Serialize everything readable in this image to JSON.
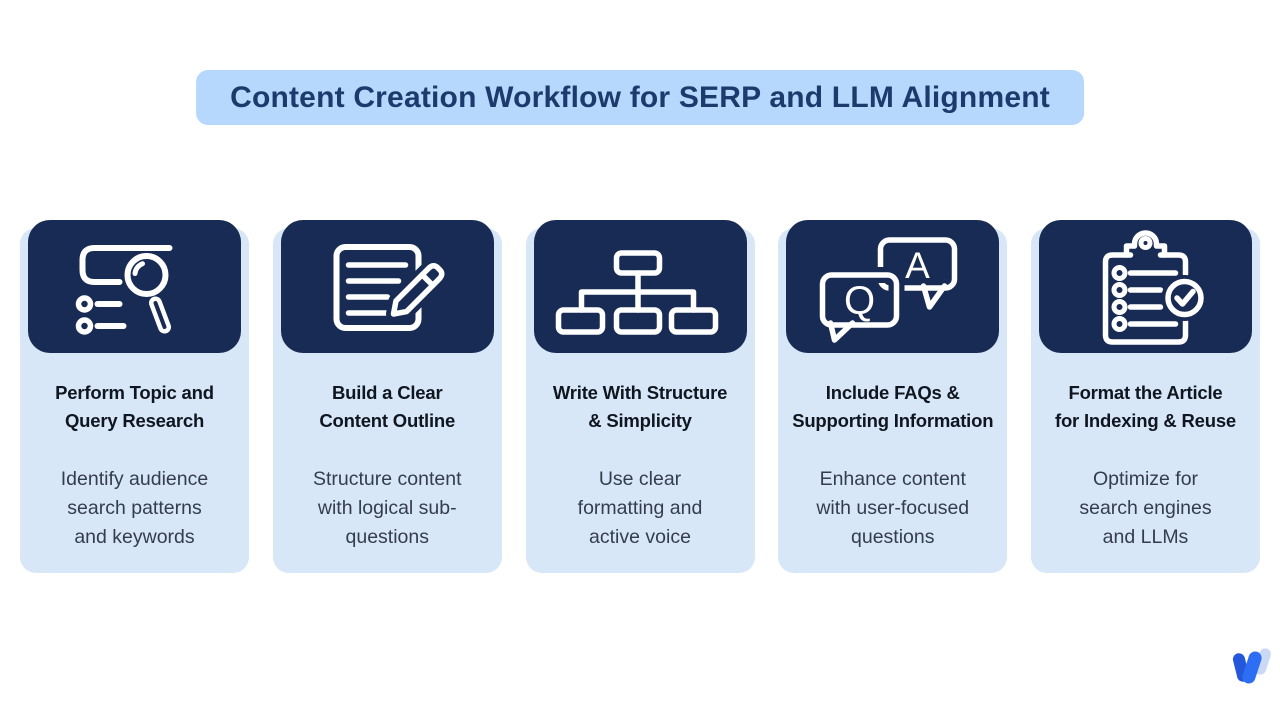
{
  "title": {
    "text": "Content Creation Workflow for SERP and LLM Alignment",
    "banner_bg": "#b5d8fc",
    "text_color": "#1d3a6d"
  },
  "colors": {
    "page_bg": "#ffffff",
    "icon_box_bg": "#182b54",
    "card_bg": "#d8e7f8",
    "icon_stroke": "#ffffff",
    "card_title_color": "#10161f",
    "card_desc_color": "#343d4c"
  },
  "cards": [
    {
      "icon": "search-list-icon",
      "title_lines": [
        "Perform Topic and",
        "Query Research"
      ],
      "desc_lines": [
        "Identify audience",
        "search patterns",
        "and keywords"
      ]
    },
    {
      "icon": "document-pencil-icon",
      "title_lines": [
        "Build a Clear",
        "Content Outline"
      ],
      "desc_lines": [
        "Structure content",
        "with logical sub-",
        "questions"
      ]
    },
    {
      "icon": "hierarchy-icon",
      "title_lines": [
        "Write With Structure",
        "& Simplicity"
      ],
      "desc_lines": [
        "Use clear",
        "formatting and",
        "active voice"
      ]
    },
    {
      "icon": "qa-chat-icon",
      "icon_letters": {
        "q": "Q",
        "a": "A"
      },
      "title_lines": [
        "Include FAQs &",
        "Supporting Information"
      ],
      "desc_lines": [
        "Enhance content",
        "with user-focused",
        "questions"
      ]
    },
    {
      "icon": "checklist-check-icon",
      "title_lines": [
        "Format the Article",
        "for Indexing & Reuse"
      ],
      "desc_lines": [
        "Optimize for",
        "search engines",
        "and LLMs"
      ]
    }
  ],
  "logo": {
    "name": "brand-logo-w",
    "colors": [
      "#2457d9",
      "#2e6ef5",
      "#c9d9f6"
    ]
  }
}
